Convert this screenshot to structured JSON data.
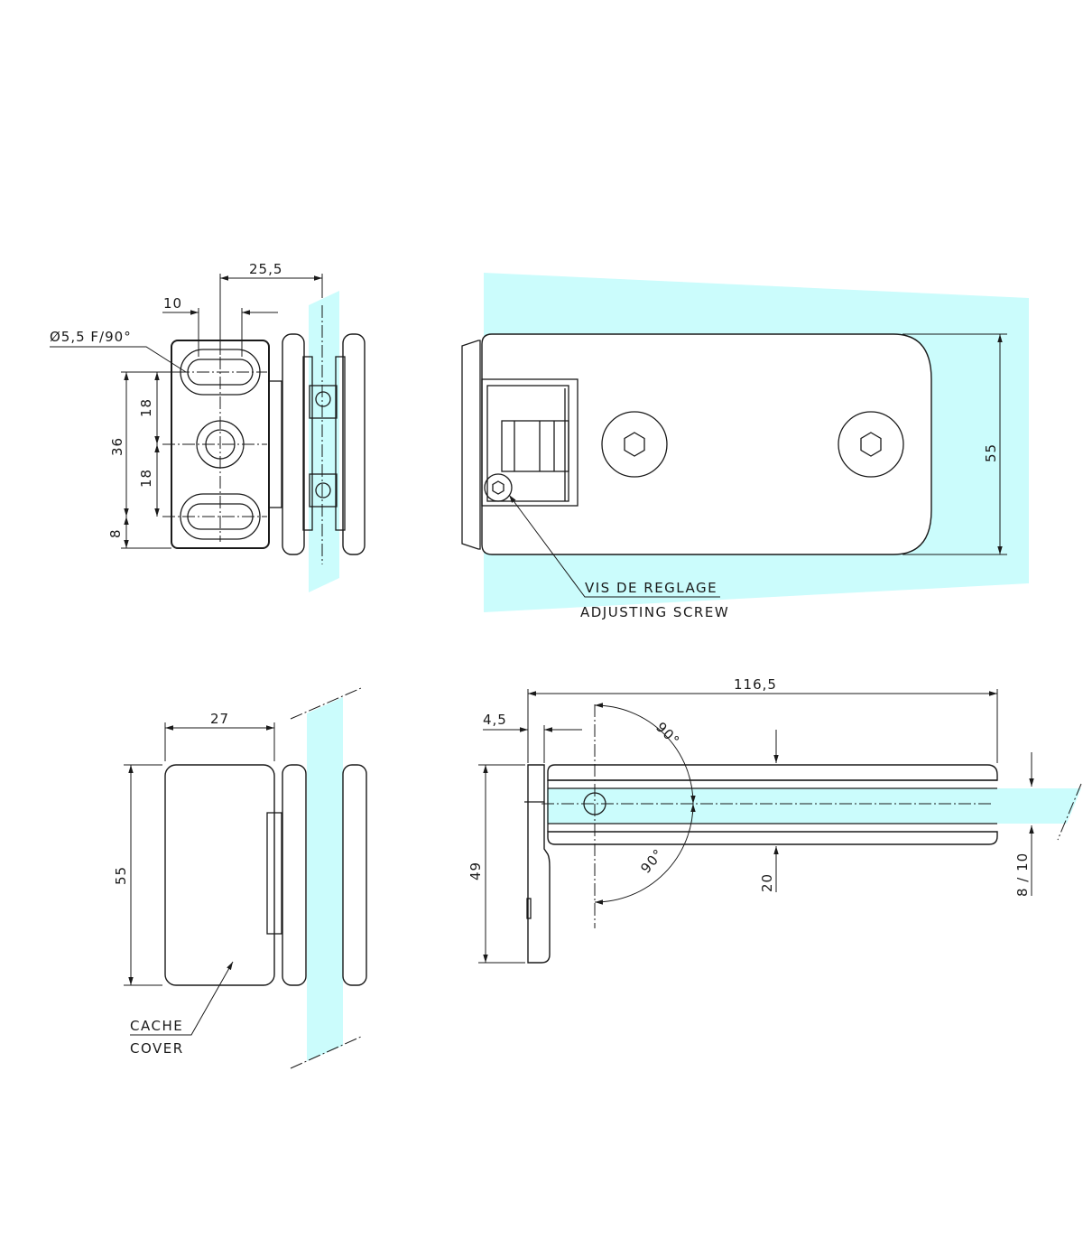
{
  "dimensions": {
    "top_left_25_5": "25,5",
    "top_left_10": "10",
    "hole_spec": "Ø5,5 F/90°",
    "top_left_36": "36",
    "top_left_18a": "18",
    "top_left_18b": "18",
    "top_left_8": "8",
    "top_right_55": "55",
    "bottom_left_27": "27",
    "bottom_left_55": "55",
    "bottom_right_116_5": "116,5",
    "bottom_right_4_5": "4,5",
    "angle_top": "90°",
    "angle_bottom": "90°",
    "bottom_right_49": "49",
    "bottom_right_20": "20",
    "glass_thickness": "8 / 10"
  },
  "labels": {
    "adjusting_fr": "VIS DE REGLAGE",
    "adjusting_en": "ADJUSTING SCREW",
    "cover_fr": "CACHE",
    "cover_en": "COVER"
  },
  "colors": {
    "glass": "#cbfcfc",
    "line": "#1a1a1a"
  }
}
